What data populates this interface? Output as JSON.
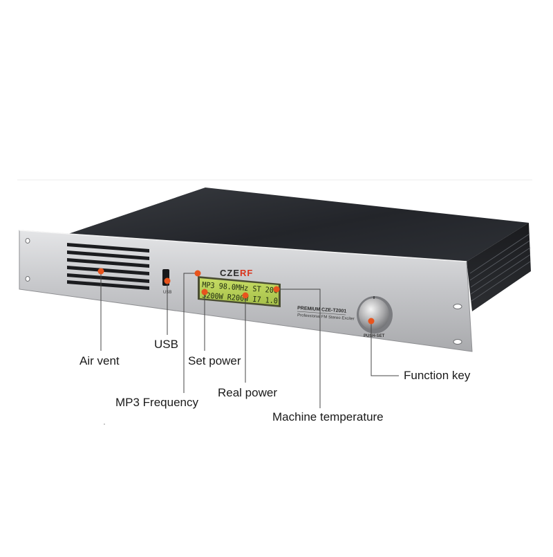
{
  "device": {
    "brand_prefix": "CZE",
    "brand_suffix": "RF",
    "model": "PREMIUM CZE-T2001",
    "subtitle": "Professional FM Stereo Exciter",
    "usb_port_label": "USB",
    "knob_label": "PUSH-SET",
    "lcd": {
      "line1": "MP3  98.0MHz ST 20C",
      "line2": "S200W  R200W  I7 1.0"
    }
  },
  "callouts": {
    "air_vent": "Air vent",
    "usb": "USB",
    "set_power": "Set power",
    "mp3_frequency": "MP3 Frequency",
    "real_power": "Real power",
    "machine_temperature": "Machine temperature",
    "function_key": "Function key"
  },
  "colors": {
    "marker": "#e8541d",
    "brand_accent": "#d9331a",
    "lcd_background": "#b4cc52",
    "panel": "#c9cacc",
    "chassis_top": "#2b2d31"
  }
}
